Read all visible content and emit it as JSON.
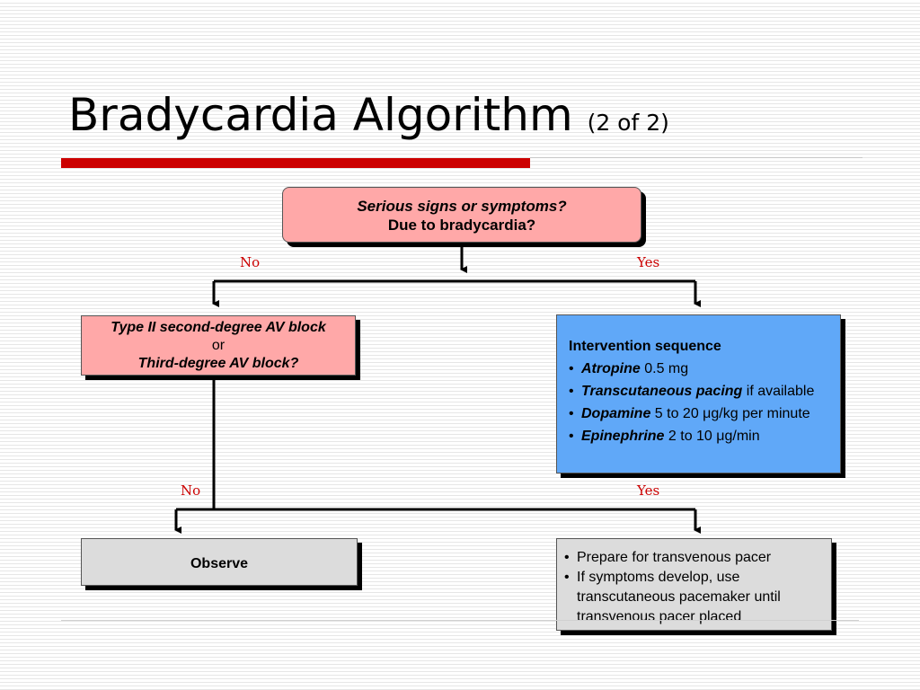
{
  "header": {
    "title": "Bradycardia Algorithm",
    "subtitle": "(2 of 2)"
  },
  "nodes": {
    "serious": {
      "line1": "Serious signs or symptoms?",
      "line2": "Due to bradycardia?"
    },
    "block": {
      "line1": "Type II second-degree AV block",
      "line2": "or",
      "line3": "Third-degree AV block?"
    },
    "intervention": {
      "heading": "Intervention sequence",
      "items": [
        {
          "drug": "Atropine",
          "detail": " 0.5 mg"
        },
        {
          "drug": "Transcutaneous pacing",
          "detail": " if available"
        },
        {
          "drug": "Dopamine",
          "detail": " 5 to 20 μg/kg per minute"
        },
        {
          "drug": "Epinephrine",
          "detail": " 2 to 10 μg/min"
        }
      ]
    },
    "observe": {
      "label": "Observe"
    },
    "pacer": {
      "items": [
        "Prepare for transvenous pacer",
        "If symptoms develop, use transcutaneous pacemaker until transvenous pacer placed"
      ]
    }
  },
  "edges": {
    "top_no": "No",
    "top_yes": "Yes",
    "bottom_no": "No",
    "bottom_yes": "Yes"
  },
  "colors": {
    "accent_red": "#cc0000",
    "pink_box": "#ffa8a8",
    "blue_box": "#60a8f8",
    "gray_box": "#dcdcdc"
  }
}
